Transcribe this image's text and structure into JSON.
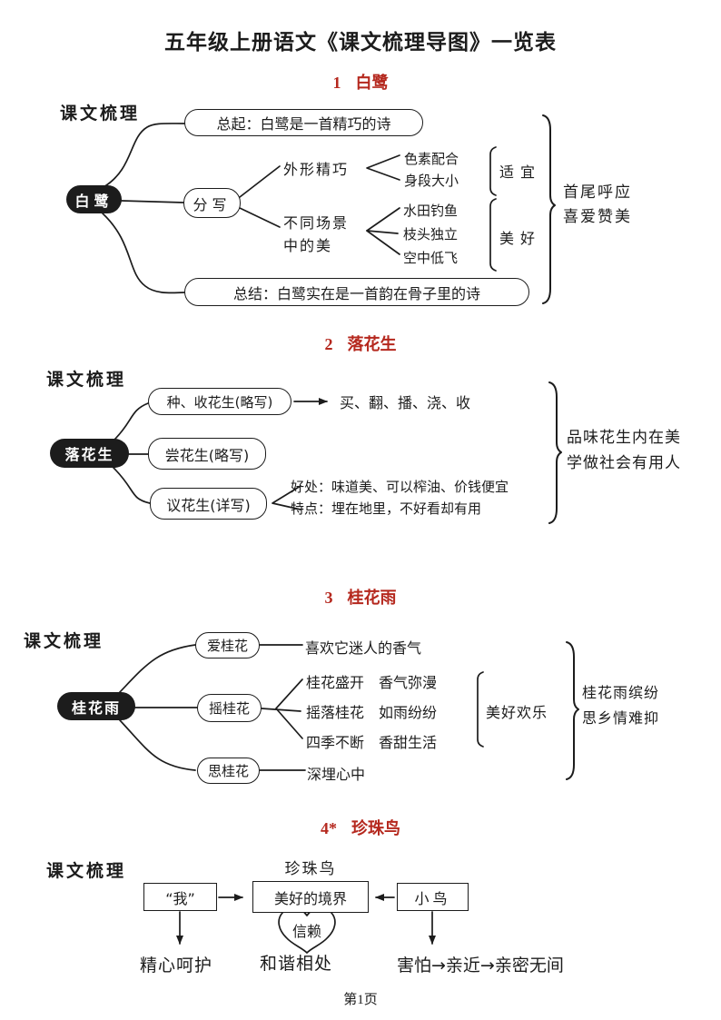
{
  "page": {
    "title": "五年级上册语文《课文梳理导图》一览表",
    "footer": "第1页",
    "accent_red": "#b5281e",
    "ink": "#1c1c1c"
  },
  "sections": {
    "s1": {
      "num": "1",
      "name": "白鹭",
      "label": "课文梳理",
      "root": "白鹭",
      "top": "总起：白鹭是一首精巧的诗",
      "mid": "分写",
      "branch1": "外形精巧",
      "b1_items": [
        "色素配合",
        "身段大小"
      ],
      "b1_result": "适宜",
      "branch2": [
        "不同场景",
        "中的美"
      ],
      "b2_items": [
        "水田钓鱼",
        "枝头独立",
        "空中低飞"
      ],
      "b2_result": "美好",
      "bottom": "总结：白鹭实在是一首韵在骨子里的诗",
      "summary": [
        "首尾呼应",
        "喜爱赞美"
      ]
    },
    "s2": {
      "num": "2",
      "name": "落花生",
      "label": "课文梳理",
      "root": "落花生",
      "nodes": [
        "种、收花生(略写)",
        "尝花生(略写)",
        "议花生(详写)"
      ],
      "plant_steps": "买、翻、播、浇、收",
      "detail_items": [
        "好处：味道美、可以榨油、价钱便宜",
        "特点：埋在地里，不好看却有用"
      ],
      "summary": [
        "品味花生内在美",
        "学做社会有用人"
      ]
    },
    "s3": {
      "num": "3",
      "name": "桂花雨",
      "label": "课文梳理",
      "root": "桂花雨",
      "nodes": [
        "爱桂花",
        "摇桂花",
        "思桂花"
      ],
      "love_detail": "喜欢它迷人的香气",
      "shake_items": [
        "桂花盛开　香气弥漫",
        "摇落桂花　如雨纷纷",
        "四季不断　香甜生活"
      ],
      "shake_result": "美好欢乐",
      "miss_detail": "深埋心中",
      "summary": [
        "桂花雨缤纷",
        "思乡情难抑"
      ]
    },
    "s4": {
      "num": "4*",
      "name": "珍珠鸟",
      "label": "课文梳理",
      "top_label": "珍珠鸟",
      "boxes": [
        "“我”",
        "美好的境界",
        "小鸟"
      ],
      "heart": "信赖",
      "me_result": "精心呵护",
      "trust_result": "和谐相处",
      "bird_result": "害怕→亲近→亲密无间"
    }
  }
}
